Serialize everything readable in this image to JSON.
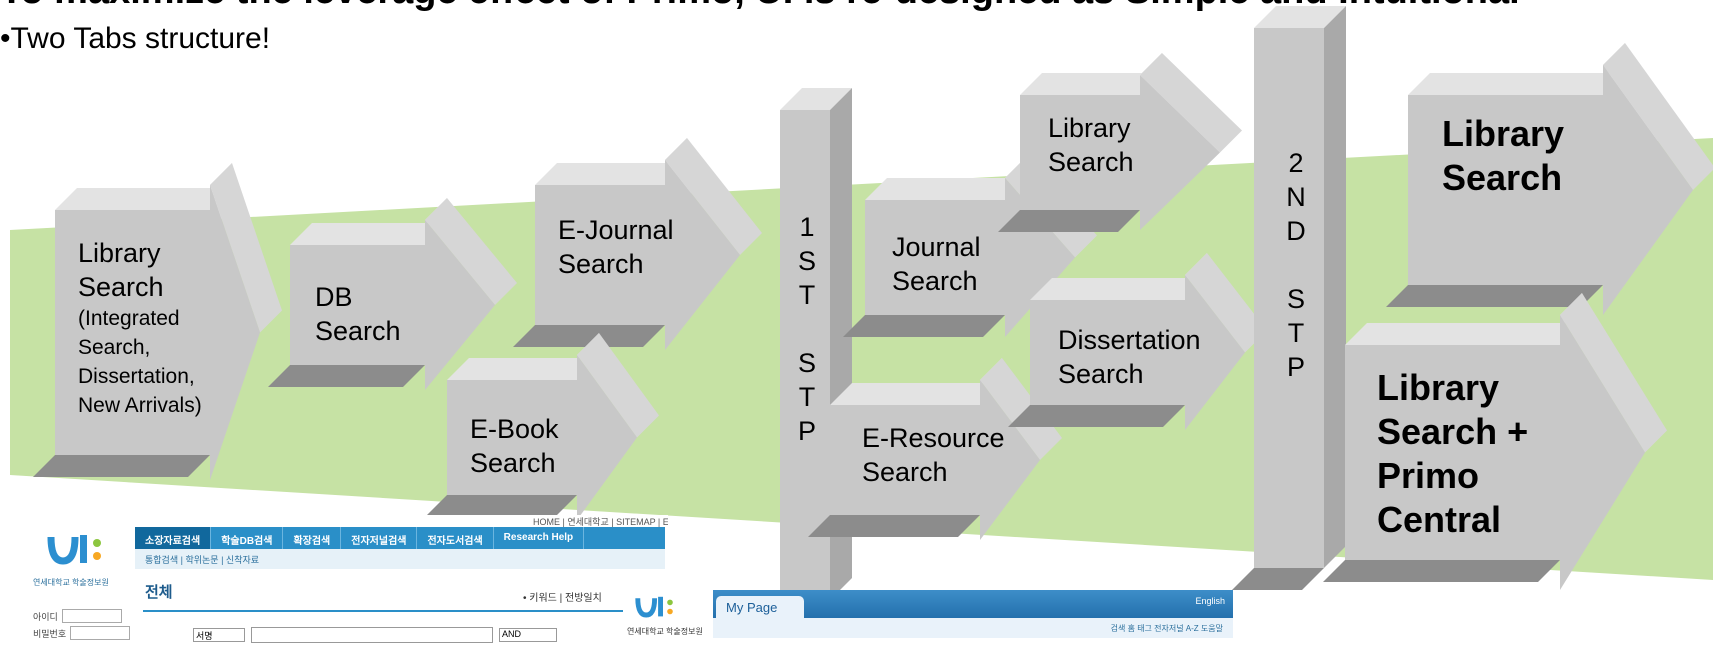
{
  "heading": "To maximize the leverage effect of Primo, UI is re-designed as Simple and Intuitional",
  "bullet": "•Two Tabs structure!",
  "colors": {
    "band": "#c6e2a4",
    "arrow_face": "#c8c8c8",
    "arrow_top": "#e3e3e3",
    "arrow_shadow": "#8c8c8c",
    "tab_blue": "#2a8fc8"
  },
  "arrows": {
    "library_search": {
      "lines": [
        "Library",
        "Search"
      ],
      "detail": [
        "(Integrated",
        "Search,",
        "Dissertation,",
        "New Arrivals)"
      ]
    },
    "db_search": {
      "lines": [
        "DB",
        "Search"
      ]
    },
    "ejournal_search": {
      "lines": [
        "E-Journal",
        "Search"
      ]
    },
    "ebook_search": {
      "lines": [
        "E-Book",
        "Search"
      ]
    },
    "journal_search": {
      "lines": [
        "Journal",
        "Search"
      ]
    },
    "eresource_search": {
      "lines": [
        "E-Resource",
        "Search"
      ]
    },
    "library_search_2": {
      "lines": [
        "Library",
        "Search"
      ]
    },
    "dissertation_search": {
      "lines": [
        "Dissertation",
        "Search"
      ]
    },
    "final_library_search": {
      "lines": [
        "Library",
        "Search"
      ]
    },
    "final_primo": {
      "lines": [
        "Library",
        "Search +",
        "Primo",
        "Central"
      ]
    }
  },
  "steps": {
    "first": [
      "1",
      "S",
      "T",
      "",
      "S",
      "T",
      "P"
    ],
    "second": [
      "2",
      "N",
      "D",
      "",
      "S",
      "T",
      "P"
    ]
  },
  "screenshot1": {
    "top_nav": "HOME | 연세대학교 | SITEMAP | ENGLISH",
    "tabs": [
      "소장자료검색",
      "학술DB검색",
      "확장검색",
      "전자저널검색",
      "전자도서검색",
      "Research Help"
    ],
    "subtabs": "통합검색 | 학위논문 | 신착자료",
    "logo_text": "연세대학교 학술정보원",
    "sidebar_id": "아이디",
    "sidebar_pw": "비밀번호",
    "section_title": "전체",
    "keyword": "• 키워드  |  전방일치",
    "select_field": "서명",
    "select_op": "AND"
  },
  "screenshot2": {
    "tab": "My Page",
    "english": "English",
    "links": "검색 홈  태그  전자저널 A-Z  도움말",
    "logo_text": "연세대학교 학술정보원"
  }
}
